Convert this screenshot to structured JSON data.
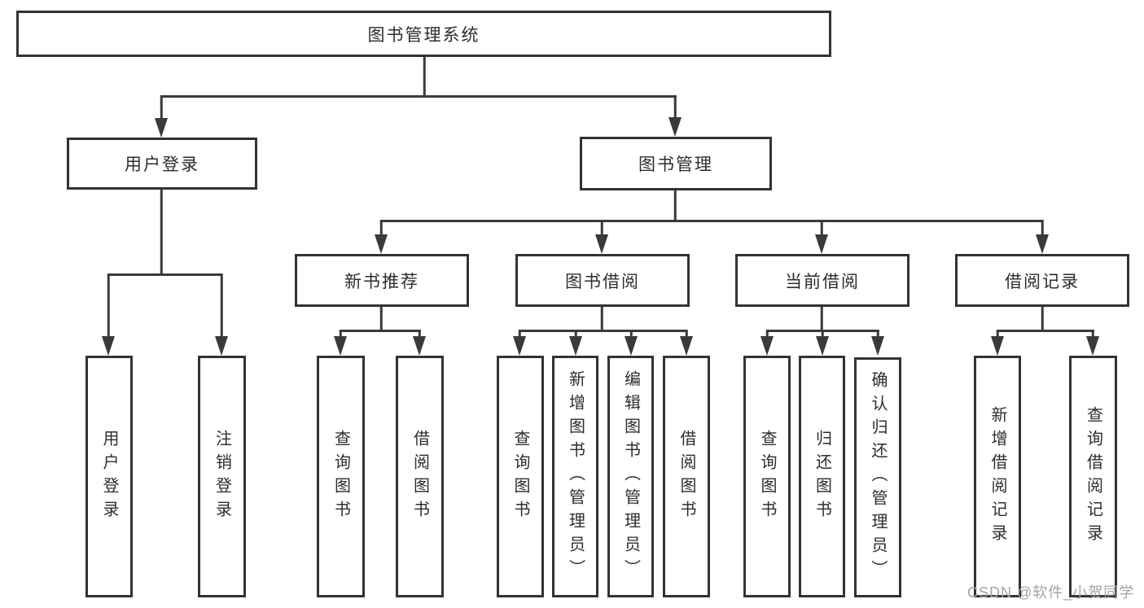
{
  "diagram": {
    "type": "tree",
    "root": {
      "label": "图书管理系统"
    },
    "branches": [
      {
        "label": "用户登录",
        "children": [
          {
            "label": "用户登录"
          },
          {
            "label": "注销登录"
          }
        ]
      },
      {
        "label": "图书管理",
        "children": [
          {
            "label": "新书推荐",
            "children": [
              {
                "label": "查询图书"
              },
              {
                "label": "借阅图书"
              }
            ]
          },
          {
            "label": "图书借阅",
            "children": [
              {
                "label": "查询图书"
              },
              {
                "label": "新增图书（管理员）"
              },
              {
                "label": "编辑图书（管理员）"
              },
              {
                "label": "借阅图书"
              }
            ]
          },
          {
            "label": "当前借阅",
            "children": [
              {
                "label": "查询图书"
              },
              {
                "label": "归还图书"
              },
              {
                "label": "确认归还（管理员）"
              }
            ]
          },
          {
            "label": "借阅记录",
            "children": [
              {
                "label": "新增借阅记录"
              },
              {
                "label": "查询借阅记录"
              }
            ]
          }
        ]
      }
    ]
  },
  "colors": {
    "line": "#3a3a3a",
    "border": "#333333",
    "text": "#2d2d2d",
    "watermark": "#a3a3a3"
  },
  "watermark": {
    "text": "CSDN @软件_小贺同学"
  }
}
